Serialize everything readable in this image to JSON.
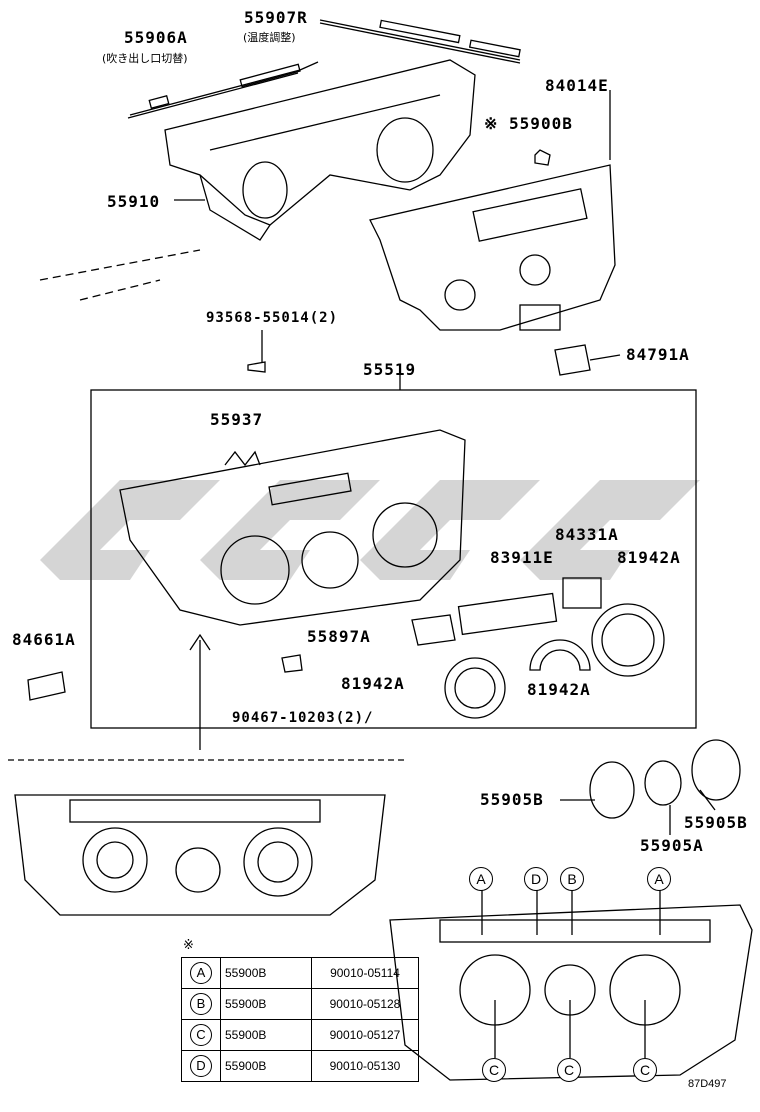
{
  "labels": {
    "p55906A": "55906A",
    "p55906A_sub": "(吹き出し口切替)",
    "p55907R": "55907R",
    "p55907R_sub": "(温度調整)",
    "p84014E": "84014E",
    "p55900B": "※ 55900B",
    "p55910": "55910",
    "p93568": "93568-55014(2)",
    "p84791A": "84791A",
    "p55519": "55519",
    "p55937": "55937",
    "p84331A": "84331A",
    "p83911E": "83911E",
    "p81942A_r": "81942A",
    "p84661A": "84661A",
    "p55897A": "55897A",
    "p81942A_l": "81942A",
    "p81942A_m": "81942A",
    "p90467": "90467-10203(2)/",
    "p55905B_l": "55905B",
    "p55905B_r": "55905B",
    "p55905A": "55905A"
  },
  "table": {
    "note_mark": "※",
    "rows": [
      {
        "ref": "A",
        "part": "55900B",
        "number": "90010-05114"
      },
      {
        "ref": "B",
        "part": "55900B",
        "number": "90010-05128"
      },
      {
        "ref": "C",
        "part": "55900B",
        "number": "90010-05127"
      },
      {
        "ref": "D",
        "part": "55900B",
        "number": "90010-05130"
      }
    ]
  },
  "callouts": {
    "top": [
      "A",
      "D",
      "B",
      "A"
    ],
    "bottom": [
      "C",
      "C",
      "C"
    ]
  },
  "diagram_code": "87D497"
}
